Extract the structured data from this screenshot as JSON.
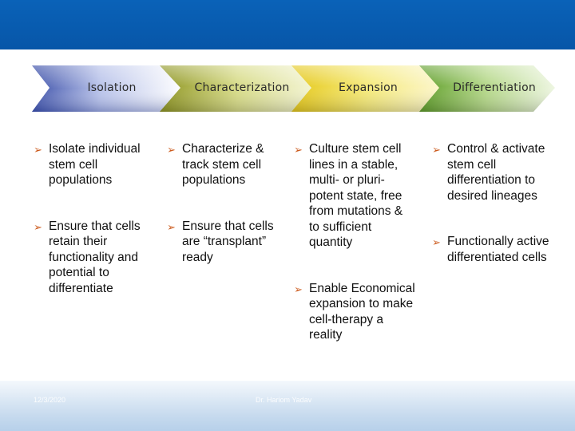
{
  "process": {
    "steps": [
      {
        "label": "Isolation",
        "color": "#4a5fb5"
      },
      {
        "label": "Characterization",
        "color": "#a8b03a"
      },
      {
        "label": "Expansion",
        "color": "#e8d23a"
      },
      {
        "label": "Differentiation",
        "color": "#7bb53c"
      }
    ]
  },
  "columns": [
    {
      "bullets": [
        "Isolate individual stem cell populations",
        "Ensure that cells retain their functionality and potential to differentiate"
      ]
    },
    {
      "bullets": [
        "Characterize & track stem cell populations",
        "Ensure that cells are “transplant” ready"
      ]
    },
    {
      "bullets": [
        "Culture stem cell lines in a stable, multi- or pluri-potent state, free from mutations & to sufficient quantity",
        "Enable Economical expansion to make cell-therapy a reality"
      ]
    },
    {
      "bullets": [
        "Control & activate stem cell differentiation to desired lineages",
        "Functionally active differentiated cells"
      ]
    }
  ],
  "footer": {
    "date": "12/3/2020",
    "author": "Dr. Hariom Yadav"
  }
}
